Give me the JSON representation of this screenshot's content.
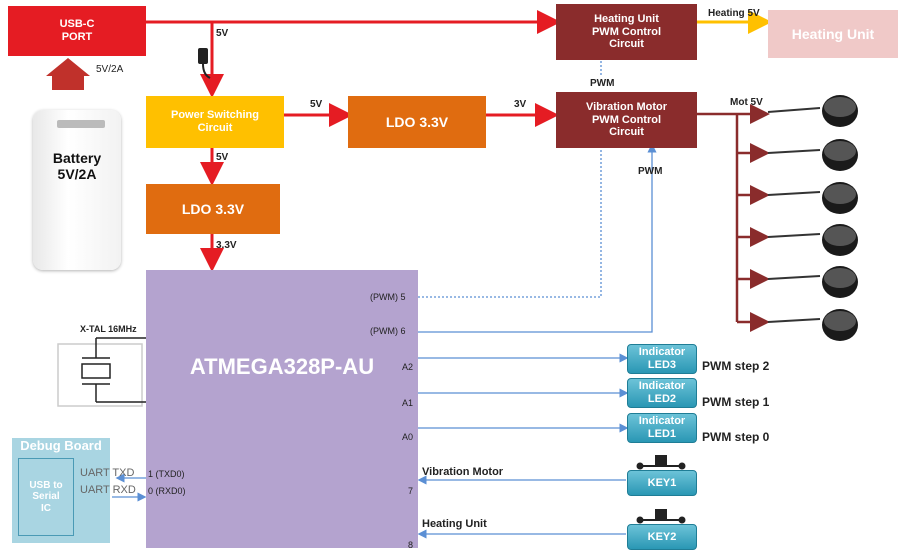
{
  "blocks": {
    "usbc": "USB-C\nPORT",
    "heating_pwm": "Heating Unit\nPWM Control\nCircuit",
    "heating_unit": "Heating Unit",
    "power_switch": "Power Switching\nCircuit",
    "ldo_top": "LDO 3.3V",
    "ldo_left": "LDO 3.3V",
    "vib_pwm": "Vibration Motor\nPWM Control\nCircuit",
    "mcu": "ATMEGA328P-AU",
    "battery": "Battery\n5V/2A",
    "debug_title": "Debug Board",
    "usb_serial": "USB to\nSerial\nIC"
  },
  "leds": [
    {
      "label": "Indicator\nLED3",
      "step": "PWM step 2"
    },
    {
      "label": "Indicator\nLED2",
      "step": "PWM step 1"
    },
    {
      "label": "Indicator\nLED1",
      "step": "PWM step 0"
    }
  ],
  "keys": [
    {
      "label": "KEY1",
      "signal": "Vibration Motor"
    },
    {
      "label": "KEY2",
      "signal": "Heating Unit"
    }
  ],
  "wires": {
    "usb_5v": "5V",
    "batt_5v2a": "5V/2A",
    "ps_5v": "5V",
    "ldo_3v": "3V",
    "ps_down_5v": "5V",
    "ldo_3v3": "3.3V",
    "heating_5v": "Heating 5V",
    "pwm_up": "PWM",
    "pwm_right": "PWM",
    "mot_5v": "Mot 5V"
  },
  "pins": {
    "pwm5": "(PWM) 5",
    "pwm6": "(PWM) 6",
    "a2": "A2",
    "a1": "A1",
    "a0": "A0",
    "p7": "7",
    "p8": "8",
    "txd": "1 (TXD0)",
    "rxd": "0 (RXD0)",
    "uart_txd": "UART  TXD",
    "uart_rxd": "UART  RXD"
  },
  "crystal_label": "X-TAL 16MHz",
  "colors": {
    "red_box": "#e51c23",
    "dark_red_box": "#8a2c2c",
    "orange_box": "#e06c10",
    "yellow_box": "#ffc000",
    "pink_box": "#f0c9c8",
    "mcu_box": "#b4a3cf",
    "debug_box": "#a9d5e2"
  }
}
